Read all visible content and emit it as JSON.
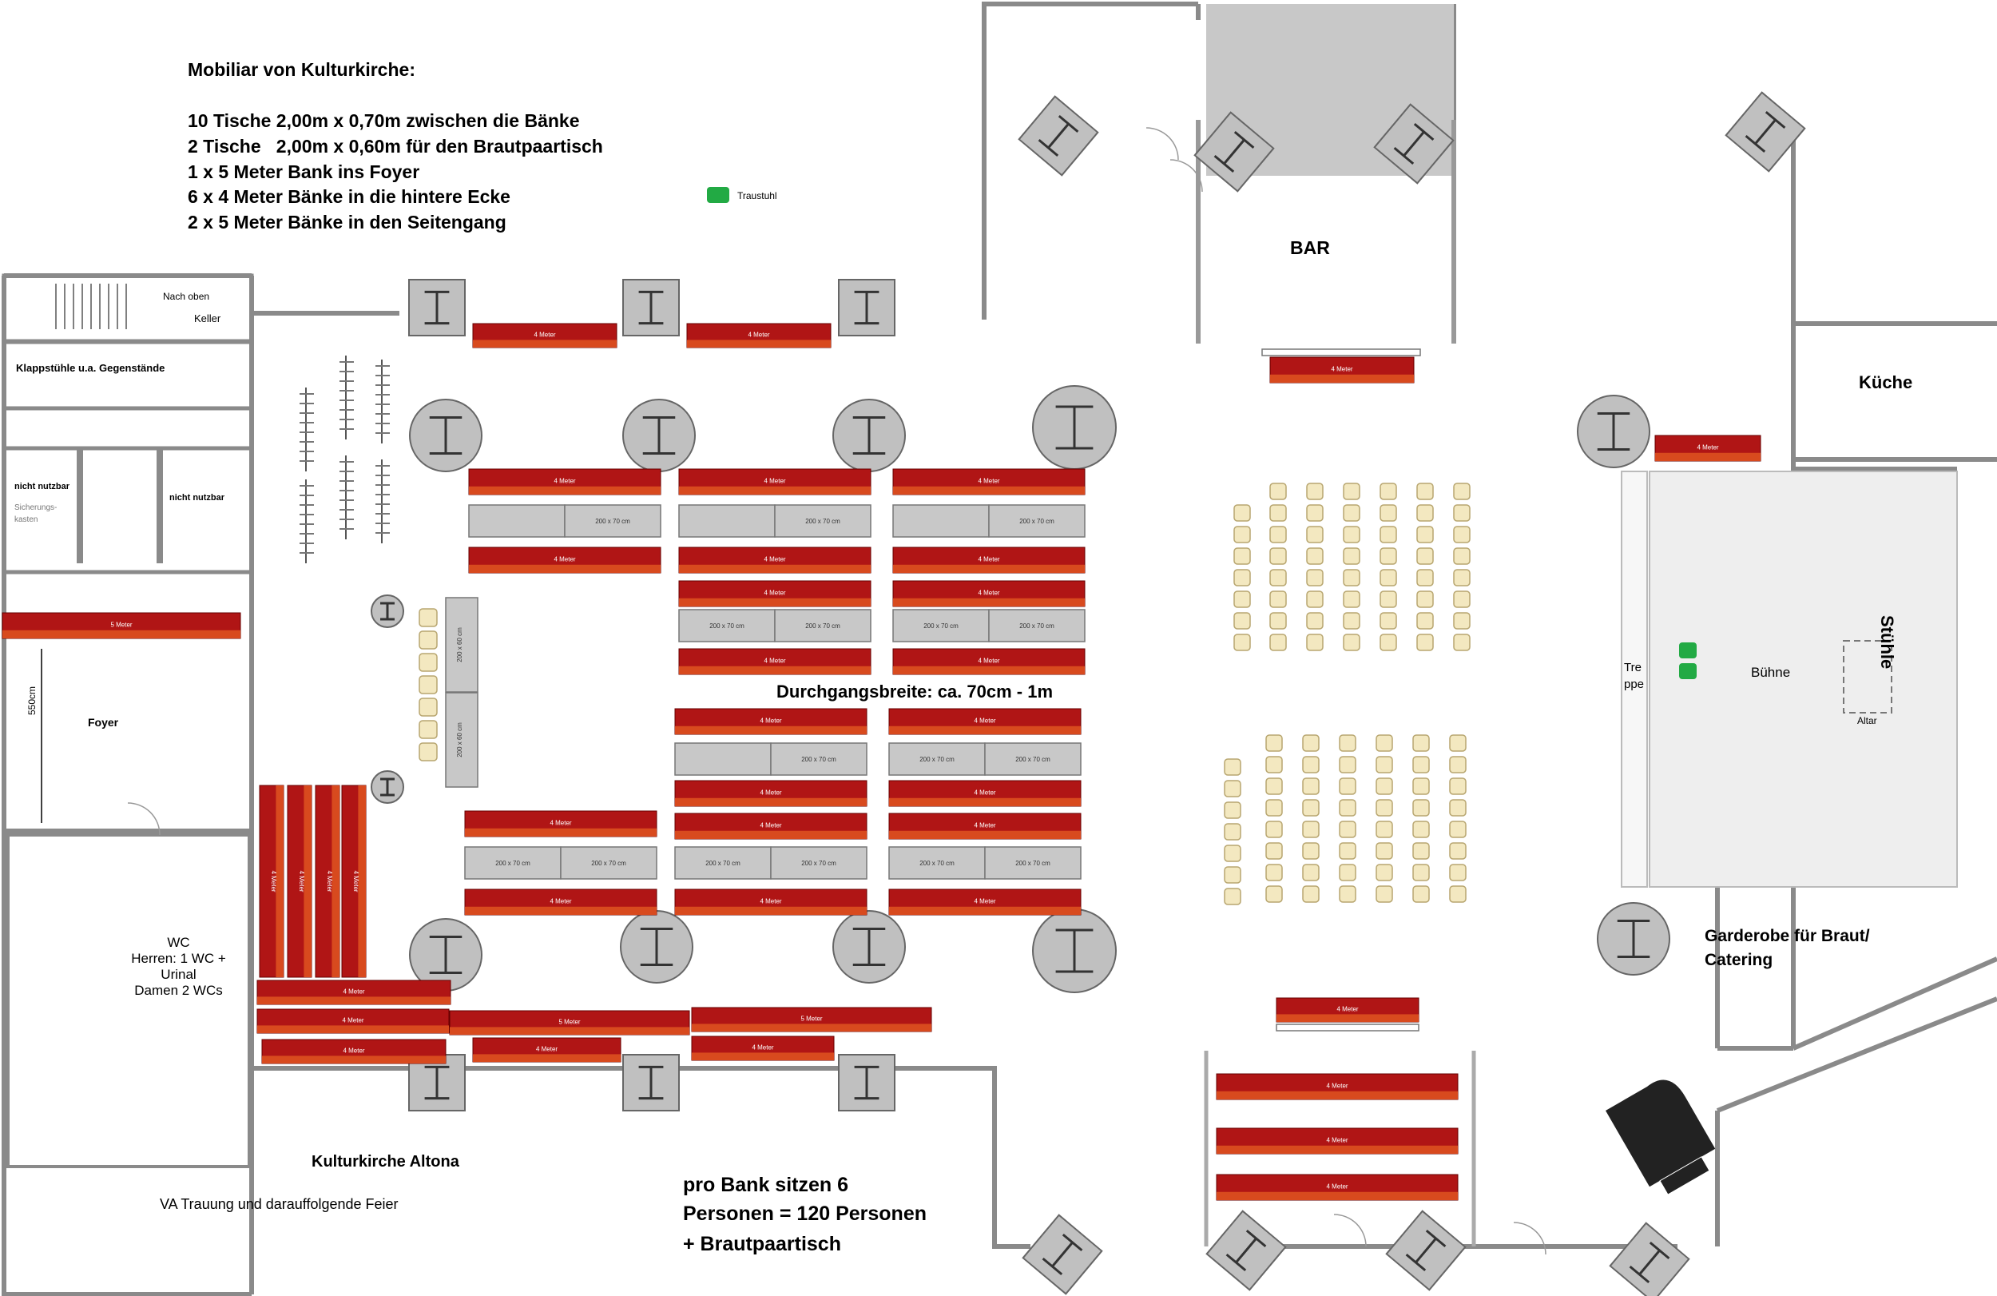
{
  "intro": {
    "heading": "Mobiliar von Kulturkirche:",
    "lines": [
      "10 Tische 2,00m x 0,70m zwischen die Bänke",
      "2 Tische   2,00m x 0,60m für den Brautpaartisch",
      "1 x 5 Meter Bank ins Foyer",
      "6 x 4 Meter Bänke in die hintere Ecke",
      "2 x 5 Meter Bänke in den Seitengang"
    ]
  },
  "legend": {
    "traustuhl": "Traustuhl"
  },
  "rooms": {
    "bar": "BAR",
    "kueche": "Küche",
    "stuehle": "Stühle",
    "buehne": "Bühne",
    "altar": "Altar",
    "treppe_1": "Tre",
    "treppe_2": "ppe",
    "garderobe_1": "Garderobe für Braut/",
    "garderobe_2": "Catering",
    "foyer": "Foyer",
    "nach_oben": "Nach oben",
    "keller": "Keller",
    "klappstuehle": "Klappstühle u.a. Gegenstände",
    "nicht_nutzbar_1": "nicht nutzbar",
    "nicht_nutzbar_2": "nicht nutzbar",
    "sicherungskasten_1": "Sicherungs-",
    "sicherungskasten_2": "kasten",
    "wc_1": "WC",
    "wc_2": "Herren: 1 WC +",
    "wc_3": "Urinal",
    "wc_4": "Damen 2 WCs",
    "dim_550": "550cm"
  },
  "notes": {
    "durchgang": "Durchgangsbreite: ca. 70cm - 1m",
    "venue": "Kulturkirche Altona",
    "event": "VA Trauung und darauffolgende Feier",
    "capacity_1": "pro Bank sitzen 6",
    "capacity_2": "Personen = 120 Personen",
    "capacity_3": "+ Brautpaartisch"
  },
  "furniture": {
    "bench_4m": "4 Meter",
    "bench_5m": "5 Meter",
    "table_200x70": "200 x 70 cm",
    "table_200x60": "200 x 60 cm"
  },
  "colors": {
    "bench_dark": "#b01515",
    "bench_light": "#d84a1e",
    "table": "#c8c8c8",
    "pillar": "#c0c0c0",
    "chair": "#f3e8c0",
    "traustuhl": "#22aa44",
    "wall": "#8a8a8a",
    "stage": "#eeeeee"
  }
}
